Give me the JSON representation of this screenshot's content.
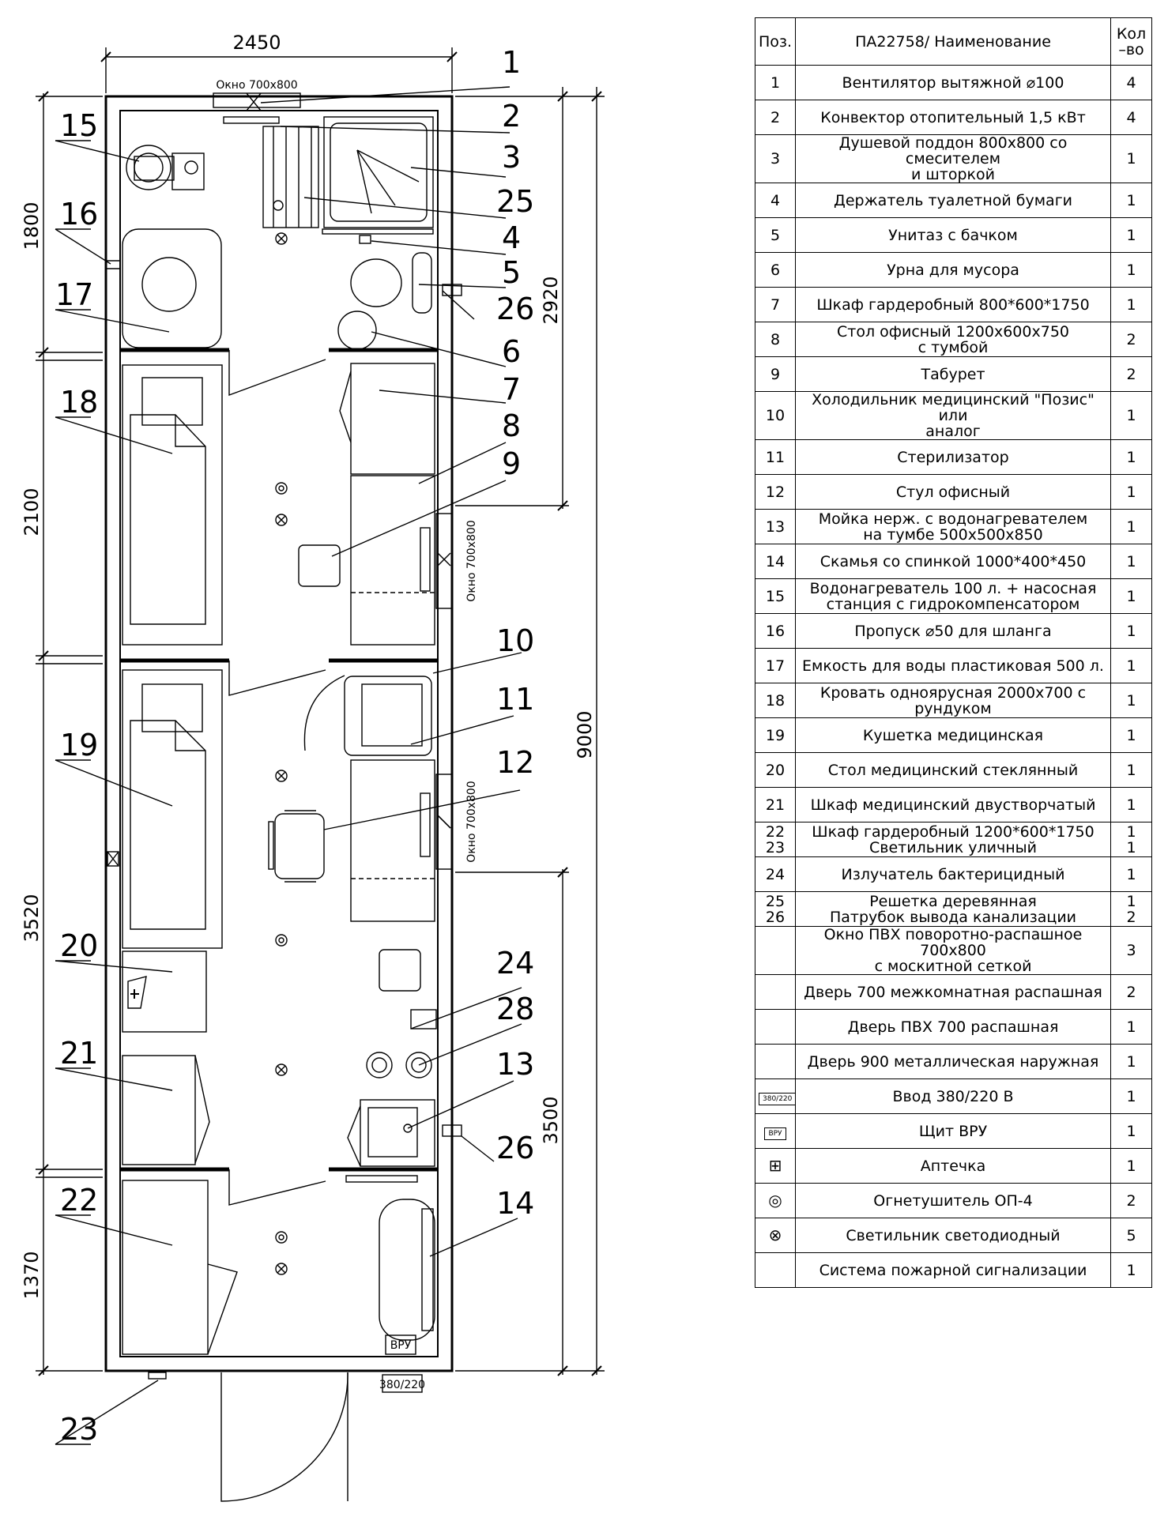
{
  "plan": {
    "dims": {
      "width": "2450",
      "left_1": "1800",
      "left_2": "2100",
      "left_3": "3520",
      "left_4": "1370",
      "right_1": "2920",
      "right_2": "9000",
      "right_3": "3500"
    },
    "windows": {
      "top": "Окно 700х800",
      "right_1": "Окно 700х800",
      "right_2": "Окно 700х800"
    },
    "symbols": {
      "vvod": "380/220",
      "vru": "ВРУ"
    },
    "callouts": [
      "1",
      "2",
      "3",
      "25",
      "4",
      "5",
      "26",
      "6",
      "7",
      "8",
      "9",
      "10",
      "11",
      "12",
      "24",
      "28",
      "13",
      "26",
      "14",
      "15",
      "16",
      "17",
      "18",
      "19",
      "20",
      "21",
      "22",
      "23"
    ]
  },
  "spec": {
    "header": {
      "pos": "Поз.",
      "name": "ПА22758/ Наименование",
      "qty": "Кол\n–во"
    },
    "rows": [
      {
        "pos": "1",
        "name": "Вентилятор вытяжной ⌀100",
        "qty": "4"
      },
      {
        "pos": "2",
        "name": "Конвектор отопительный  1,5 кВт",
        "qty": "4"
      },
      {
        "pos": "3",
        "name": "Душевой поддон 800х800 со смесителем\nи шторкой",
        "qty": "1"
      },
      {
        "pos": "4",
        "name": "Держатель туалетной бумаги",
        "qty": "1"
      },
      {
        "pos": "5",
        "name": "Унитаз с бачком",
        "qty": "1"
      },
      {
        "pos": "6",
        "name": "Урна для мусора",
        "qty": "1"
      },
      {
        "pos": "7",
        "name": "Шкаф гардеробный 800*600*1750",
        "qty": "1"
      },
      {
        "pos": "8",
        "name": "Стол офисный 1200х600х750\nс тумбой",
        "qty": "2"
      },
      {
        "pos": "9",
        "name": "Табурет",
        "qty": "2"
      },
      {
        "pos": "10",
        "name": "Холодильник  медицинский \"Позис\" или\nаналог",
        "qty": "1"
      },
      {
        "pos": "11",
        "name": "Стерилизатор",
        "qty": "1"
      },
      {
        "pos": "12",
        "name": "Стул офисный",
        "qty": "1"
      },
      {
        "pos": "13",
        "name": "Мойка нерж. с водонагревателем\nна тумбе 500х500х850",
        "qty": "1"
      },
      {
        "pos": "14",
        "name": "Скамья со спинкой 1000*400*450",
        "qty": "1"
      },
      {
        "pos": "15",
        "name": "Водонагреватель 100 л. + насосная\nстанция с гидрокомпенсатором",
        "qty": "1"
      },
      {
        "pos": "16",
        "name": "Пропуск ⌀50 для шланга",
        "qty": "1"
      },
      {
        "pos": "17",
        "name": "Емкость для воды пластиковая 500 л.",
        "qty": "1"
      },
      {
        "pos": "18",
        "name": "Кровать одноярусная 2000х700 с\nрундуком",
        "qty": "1"
      },
      {
        "pos": "19",
        "name": "Кушетка медицинская",
        "qty": "1"
      },
      {
        "pos": "20",
        "name": "Стол медицинский стеклянный",
        "qty": "1"
      },
      {
        "pos": "21",
        "name": "Шкаф медицинский двустворчатый",
        "qty": "1"
      },
      {
        "pos": "22\n23",
        "name": "Шкаф гардеробный 1200*600*1750\nСветильник уличный",
        "qty": "1\n1"
      },
      {
        "pos": "24",
        "name": "Излучатель бактерицидный",
        "qty": "1"
      },
      {
        "pos": "25\n26",
        "name": "Решетка деревянная\nПатрубок вывода канализации",
        "qty": "1\n2"
      },
      {
        "pos": "",
        "name": "Окно ПВХ поворотно-распашное 700х800\nс москитной сеткой",
        "qty": "3"
      },
      {
        "pos": "",
        "name": "Дверь 700 межкомнатная распашная",
        "qty": "2"
      },
      {
        "pos": "",
        "name": "Дверь ПВХ 700  распашная",
        "qty": "1"
      },
      {
        "pos": "",
        "name": "Дверь 900 металлическая наружная",
        "qty": "1"
      },
      {
        "pos": "380/220",
        "name": "Ввод 380/220 В",
        "qty": "1",
        "icon": "power-input-symbol"
      },
      {
        "pos": "ВРУ",
        "name": "Щит ВРУ",
        "qty": "1",
        "icon": "switchboard-symbol"
      },
      {
        "pos": "",
        "name": "Аптечка",
        "qty": "1",
        "icon": "first-aid-kit-icon"
      },
      {
        "pos": "",
        "name": "Огнетушитель ОП-4",
        "qty": "2",
        "icon": "fire-extinguisher-icon"
      },
      {
        "pos": "",
        "name": "Светильник светодиодный",
        "qty": "5",
        "icon": "light-fixture-icon"
      },
      {
        "pos": "",
        "name": "Система пожарной сигнализации",
        "qty": "1"
      }
    ]
  }
}
